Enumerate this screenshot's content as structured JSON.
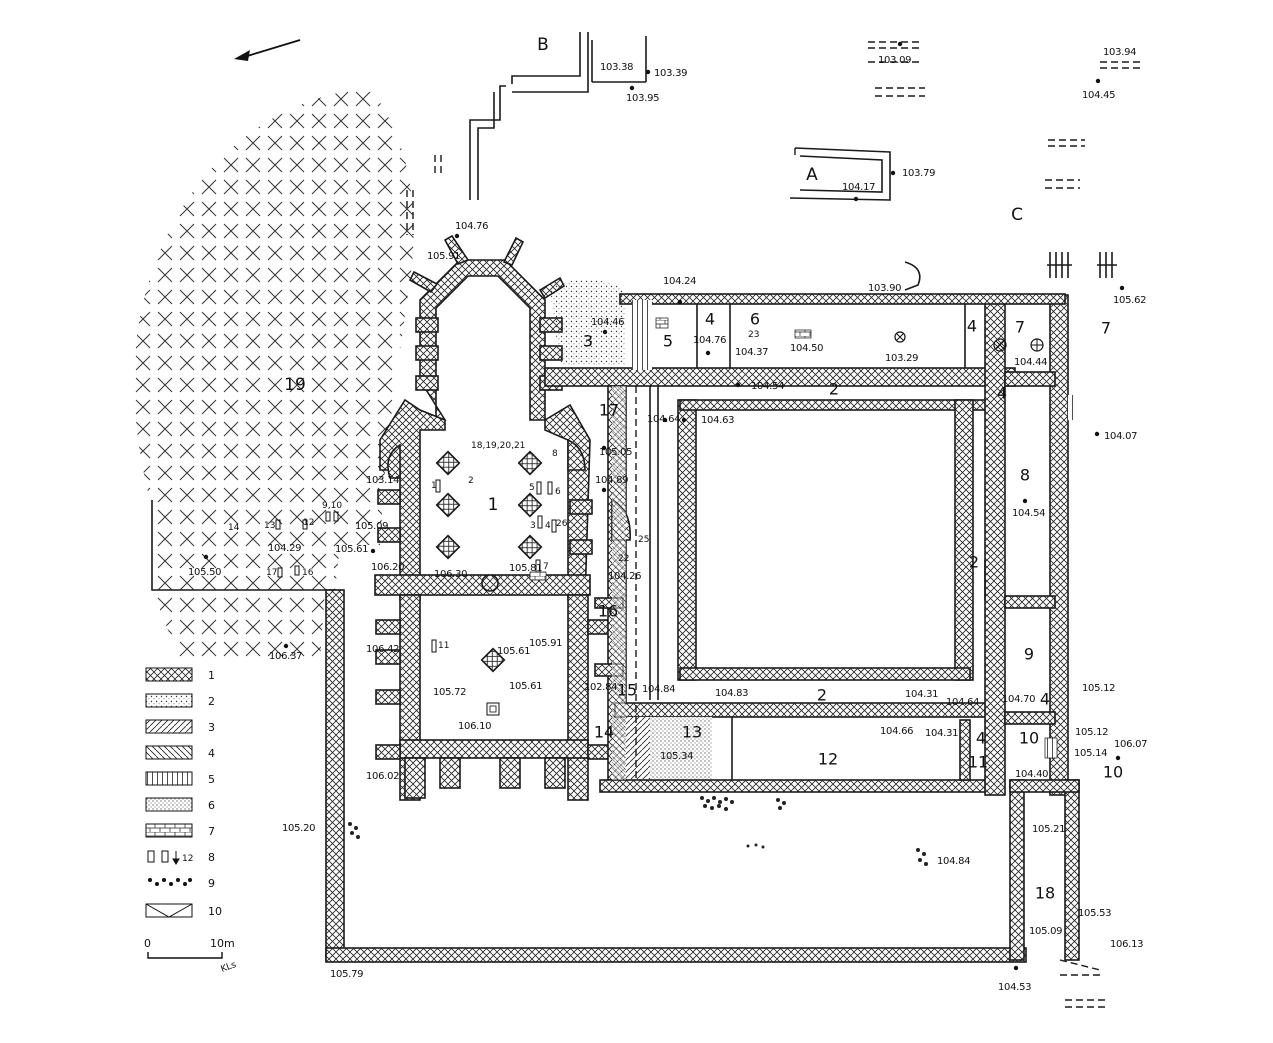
{
  "site_letters": [
    "A",
    "B",
    "C"
  ],
  "rooms": {
    "r1": "1",
    "r2a": "2",
    "r2b": "2",
    "r2c": "2",
    "r3": "3",
    "r4a": "4",
    "r4b": "4",
    "r4c": "4",
    "r4d": "4",
    "r4e": "4",
    "r5": "5",
    "r6": "6",
    "r7a": "7",
    "r7b": "7",
    "r8": "8",
    "r9": "9",
    "r10a": "10",
    "r10b": "10",
    "r11": "11",
    "r12": "12",
    "r13": "13",
    "r14": "14",
    "r15": "15",
    "r16": "16",
    "r17": "17",
    "r18": "18",
    "r19": "19"
  },
  "elevations": {
    "e1": "103.38",
    "e2": "103.39",
    "e3": "103.95",
    "e4": "103.09",
    "e5": "103.94",
    "e6": "104.45",
    "e7": "103.79",
    "e8": "104.17",
    "e9": "104.76",
    "e10": "105.91",
    "e11": "104.24",
    "e12": "104.46",
    "e13": "104.76",
    "e14": "104.37",
    "e15": "104.50",
    "e16": "103.29",
    "e17": "103.90",
    "e18": "104.44",
    "e19": "105.62",
    "e20": "104.54",
    "e21": "104.64",
    "e22": "104.63",
    "e23": "104.07",
    "e24": "105.05",
    "e25": "104.89",
    "e26": "103.14",
    "e27": "105.09",
    "e28": "104.29",
    "e29": "105.61",
    "e30": "106.20",
    "e31": "105.50",
    "e32": "106.30",
    "e33": "105.81",
    "e34": "104.26",
    "e35": "104.54",
    "e36": "106.37",
    "e37": "106.42",
    "e38": "105.61",
    "e39": "105.91",
    "e40": "105.61",
    "e41": "105.72",
    "e42": "102.84",
    "e43": "104.84",
    "e44": "104.83",
    "e45": "104.31",
    "e46": "104.64",
    "e47": "104.70",
    "e48": "105.12",
    "e49": "106.10",
    "e50": "105.34",
    "e51": "104.66",
    "e52": "104.31",
    "e53": "104.40",
    "e54": "105.12",
    "e55": "105.14",
    "e56": "106.07",
    "e57": "106.02",
    "e58": "105.20",
    "e59": "105.21",
    "e60": "104.84",
    "e61": "105.53",
    "e62": "105.09",
    "e63": "106.13",
    "e64": "105.79",
    "e65": "104.53"
  },
  "small_marks": {
    "m1": "18,19,20,21",
    "m2": "23",
    "m3": "9,10",
    "m4": "14",
    "m5": "13",
    "m6": "12",
    "m7": "17",
    "m8": "16",
    "m9": "1",
    "m10": "2",
    "m11": "5",
    "m12": "6",
    "m13": "3",
    "m14": "4",
    "m15": "26",
    "m16": "7",
    "m17": "8",
    "m18": "11",
    "m19": "22",
    "m20": "25"
  },
  "legend": [
    "1",
    "2",
    "3",
    "4",
    "5",
    "6",
    "7",
    "8",
    "9",
    "10"
  ],
  "legend_8_suffix": "12",
  "scale": {
    "start": "0",
    "end": "10m"
  },
  "signature": "KLs"
}
